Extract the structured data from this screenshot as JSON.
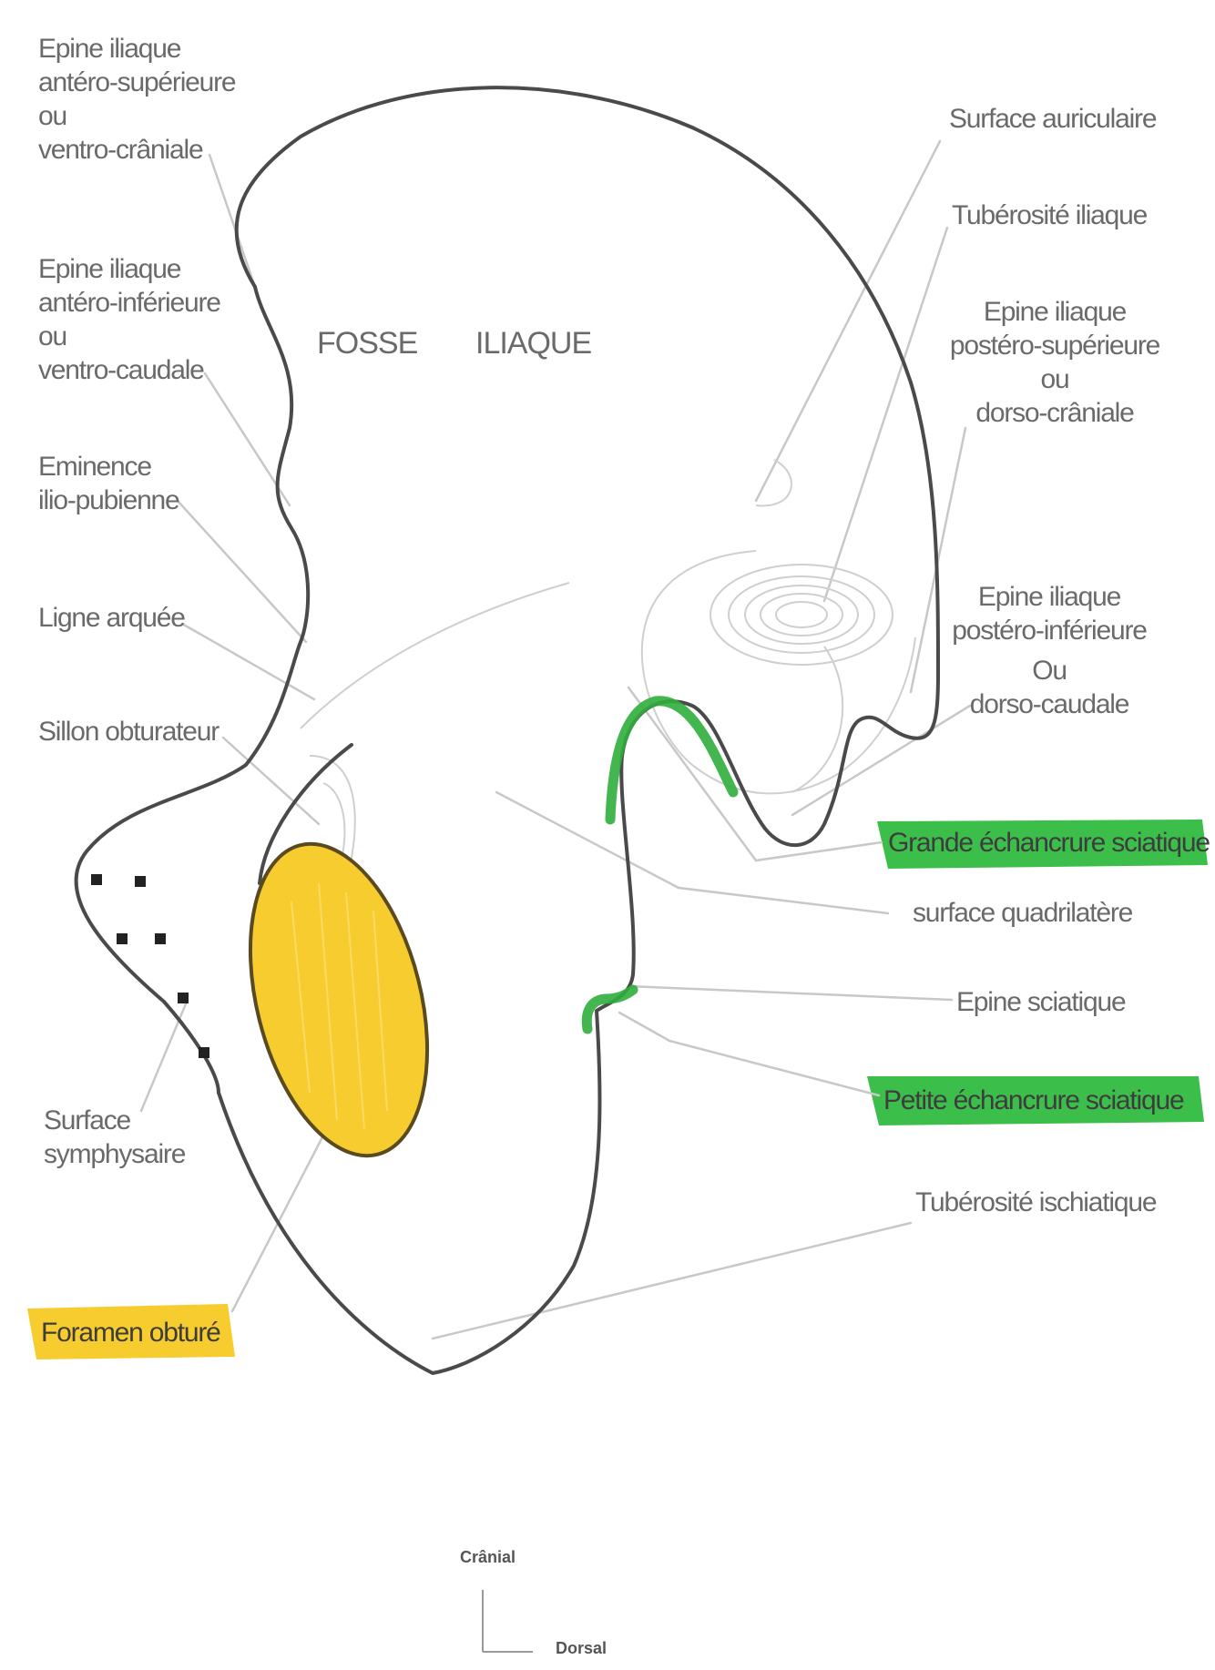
{
  "title": {
    "word1": "FOSSE",
    "word2": "ILIAQUE"
  },
  "labels": {
    "epine_ant_sup": [
      "Epine iliaque",
      "antéro-supérieure",
      "ou",
      "ventro-crâniale"
    ],
    "epine_ant_inf": [
      "Epine iliaque",
      "antéro-inférieure",
      "ou",
      "ventro-caudale"
    ],
    "eminence": [
      "Eminence",
      "ilio-pubienne"
    ],
    "ligne_arquee": "Ligne arquée",
    "sillon_obturateur": "Sillon obturateur",
    "surface_symphysaire": [
      "Surface",
      "symphysaire"
    ],
    "foramen_obture": "Foramen obturé",
    "surface_auriculaire": "Surface auriculaire",
    "tuberosite_iliaque": "Tubérosité iliaque",
    "epine_post_sup": [
      "Epine iliaque",
      "postéro-supérieure",
      "ou",
      "dorso-crâniale"
    ],
    "epine_post_inf": [
      "Epine iliaque",
      "postéro-inférieure",
      "Ou",
      "dorso-caudale"
    ],
    "grande_echancrure": "Grande échancrure sciatique",
    "surface_quadrilatere": "surface quadrilatère",
    "epine_sciatique": "Epine sciatique",
    "petite_echancrure": "Petite échancrure sciatique",
    "tuberosite_ischiatique": "Tubérosité ischiatique"
  },
  "orientation": {
    "up": "Crânial",
    "right": "Dorsal"
  },
  "colors": {
    "yellow_highlight": "#f7cc2f",
    "green_highlight": "#3cbf4a",
    "outline": "#4a4a4a"
  }
}
